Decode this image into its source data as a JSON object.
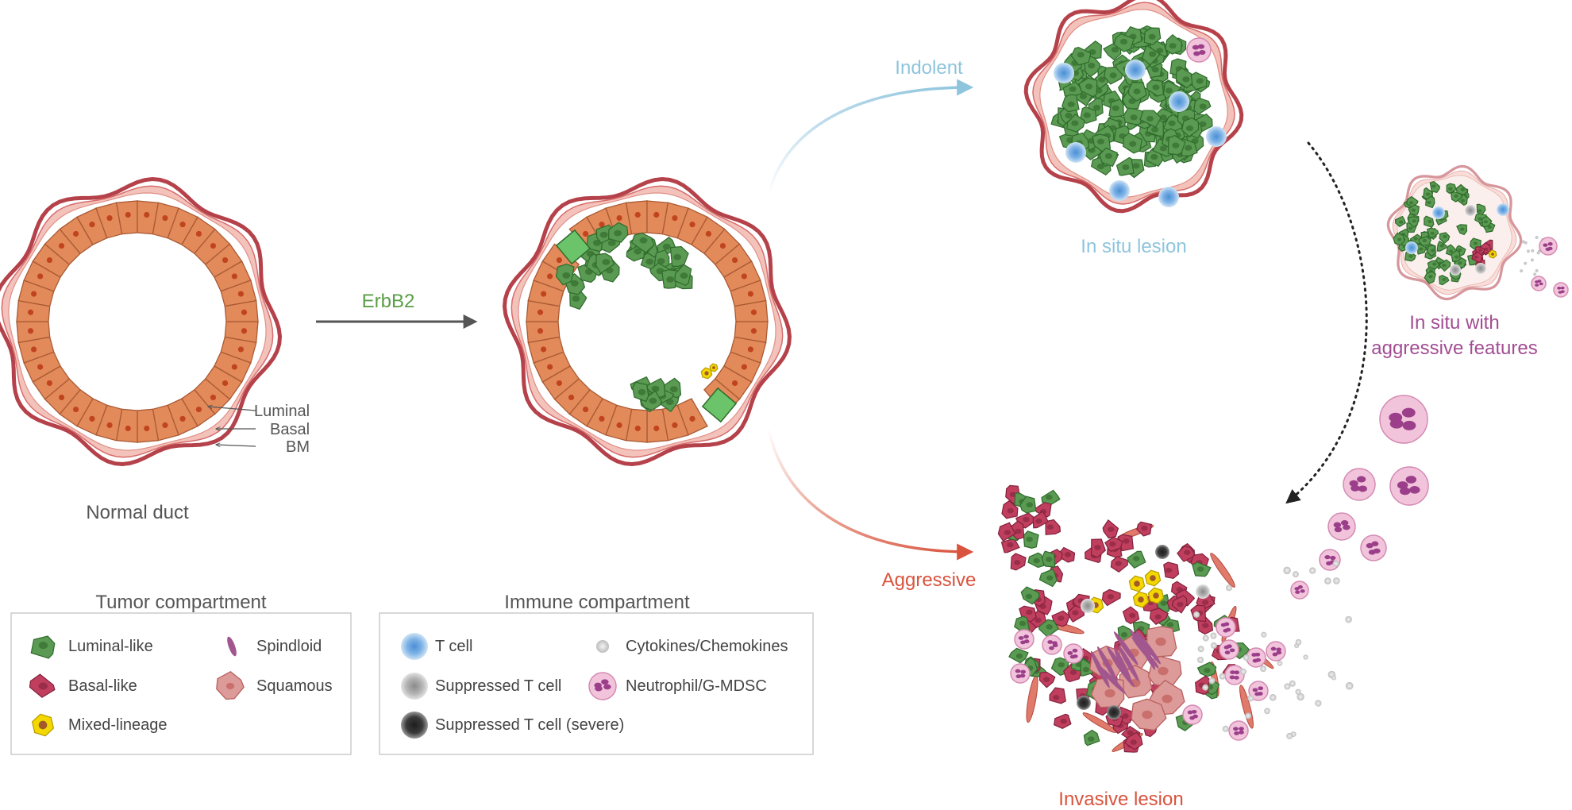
{
  "labels": {
    "normal_duct": "Normal duct",
    "luminal": "Luminal",
    "basal": "Basal",
    "bm": "BM",
    "erbb2": "ErbB2",
    "indolent": "Indolent",
    "aggressive": "Aggressive",
    "in_situ_lesion": "In situ lesion",
    "in_situ_aggressive_line1": "In situ with",
    "in_situ_aggressive_line2": "aggressive features",
    "invasive_lesion": "Invasive lesion"
  },
  "legend": {
    "tumor": {
      "title": "Tumor compartment",
      "items": [
        "Luminal-like",
        "Basal-like",
        "Mixed-lineage",
        "Spindloid",
        "Squamous"
      ]
    },
    "immune": {
      "title": "Immune compartment",
      "items": [
        "T cell",
        "Suppressed T cell",
        "Suppressed T cell (severe)",
        "Cytokines/Chemokines",
        "Neutrophil/G-MDSC"
      ]
    }
  },
  "colors": {
    "text_gray": "#555555",
    "erbb2_green": "#5a9e47",
    "indolent_blue": "#8ec5dd",
    "aggressive_red": "#d9533d",
    "aggressive_purple": "#a24d93",
    "duct_wall": "#b5424a",
    "luminal_cell": "#e38a5b",
    "luminal_like": "#5a9a52",
    "basal_like": "#c13f5e",
    "mixed_lineage": "#f2d800",
    "squamous": "#d98e8e",
    "spindloid": "#a2568e",
    "t_cell": "#5b9ad6",
    "suppressed_t": "#9c9c9c",
    "suppressed_t_severe": "#333333",
    "neutrophil": "#e7a2c4"
  }
}
